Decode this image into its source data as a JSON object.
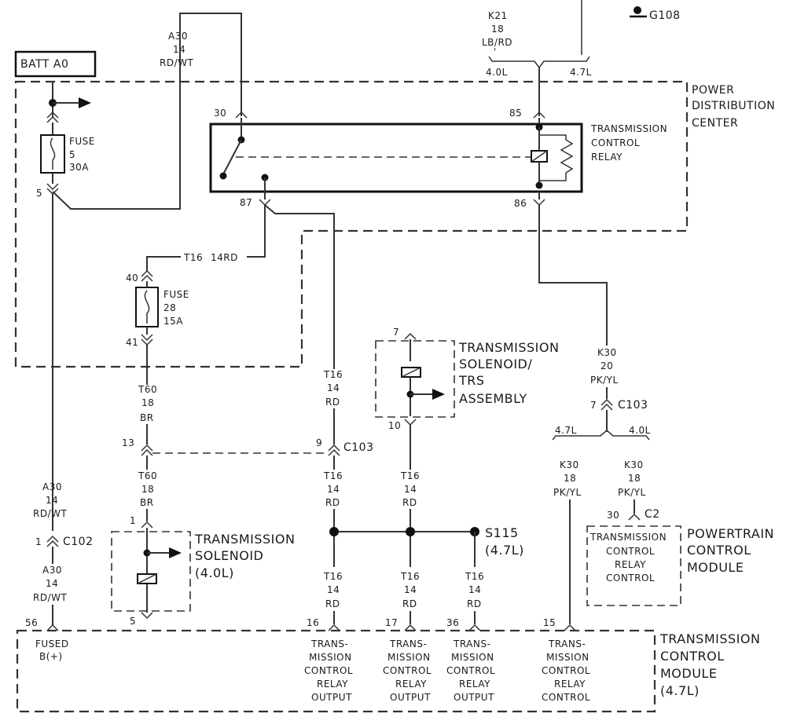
{
  "batt": "BATT A0",
  "ground": "G108",
  "pdc": {
    "l1": "POWER",
    "l2": "DISTRIBUTION",
    "l3": "CENTER"
  },
  "top_k21": {
    "circuit": "K21",
    "gauge": "18",
    "color": "LB/RD",
    "tick": "'"
  },
  "engine_top": {
    "left": "4.0L",
    "right": "4.7L"
  },
  "a30_top": {
    "circuit": "A30",
    "gauge": "14",
    "color": "RD/WT"
  },
  "fuse5": {
    "l1": "FUSE",
    "l2": "5",
    "l3": "30A",
    "pin_out": "5"
  },
  "relay": {
    "l1": "TRANSMISSION",
    "l2": "CONTROL",
    "l3": "RELAY",
    "pin30": "30",
    "pin85": "85",
    "pin87": "87",
    "pin86": "86"
  },
  "t16_top": {
    "circuit": "T16",
    "wire": "14RD"
  },
  "fuse28": {
    "pin_in": "40",
    "l1": "FUSE",
    "l2": "28",
    "l3": "15A",
    "pin_out": "41"
  },
  "t60_a": {
    "circuit": "T60",
    "gauge": "18",
    "color": "BR"
  },
  "t60_b": {
    "circuit": "T60",
    "gauge": "18",
    "color": "BR"
  },
  "t16_a": {
    "circuit": "T16",
    "gauge": "14",
    "color": "RD"
  },
  "t16_b": {
    "circuit": "T16",
    "gauge": "14",
    "color": "RD"
  },
  "t16_c": {
    "circuit": "T16",
    "gauge": "14",
    "color": "RD"
  },
  "t16_d": {
    "circuit": "T16",
    "gauge": "14",
    "color": "RD"
  },
  "t16_e": {
    "circuit": "T16",
    "gauge": "14",
    "color": "RD"
  },
  "t16_f": {
    "circuit": "T16",
    "gauge": "14",
    "color": "RD"
  },
  "c103_row": {
    "pin_left": "13",
    "pin_right": "9",
    "name": "C103"
  },
  "solenoid_trs": {
    "pin_top": "7",
    "pin_bottom": "10",
    "l1": "TRANSMISSION",
    "l2": "SOLENOID/",
    "l3": "TRS",
    "l4": "ASSEMBLY"
  },
  "k30_top": {
    "circuit": "K30",
    "gauge": "20",
    "color": "PK/YL"
  },
  "c103_right": {
    "pin": "7",
    "name": "C103"
  },
  "engine_mid": {
    "left": "4.7L",
    "right": "4.0L"
  },
  "k30_left": {
    "circuit": "K30",
    "gauge": "18",
    "color": "PK/YL"
  },
  "k30_right": {
    "circuit": "K30",
    "gauge": "18",
    "color": "PK/YL"
  },
  "c2": {
    "pin": "30",
    "name": "C2"
  },
  "pcm_inner": {
    "l1": "TRANSMISSION",
    "l2": "CONTROL",
    "l3": "RELAY",
    "l4": "CONTROL"
  },
  "pcm": {
    "l1": "POWERTRAIN",
    "l2": "CONTROL",
    "l3": "MODULE"
  },
  "solenoid_40": {
    "pin_top": "1",
    "pin_bottom": "5",
    "l1": "TRANSMISSION",
    "l2": "SOLENOID",
    "l3": "(4.0L)"
  },
  "a30_mid": {
    "circuit": "A30",
    "gauge": "14",
    "color": "RD/WT"
  },
  "c102": {
    "pin": "1",
    "name": "C102"
  },
  "a30_low": {
    "circuit": "A30",
    "gauge": "14",
    "color": "RD/WT"
  },
  "s115": {
    "name": "S115",
    "engine": "(4.7L)"
  },
  "tcm": {
    "pin_fused": "56",
    "fused_l1": "FUSED",
    "fused_l2": "B(+)",
    "pin16": "16",
    "pin17": "17",
    "pin36": "36",
    "pin15": "15",
    "out16": {
      "l1": "TRANS-",
      "l2": "MISSION",
      "l3": "CONTROL",
      "l4": "RELAY",
      "l5": "OUTPUT"
    },
    "out17": {
      "l1": "TRANS-",
      "l2": "MISSION",
      "l3": "CONTROL",
      "l4": "RELAY",
      "l5": "OUTPUT"
    },
    "out36": {
      "l1": "TRANS-",
      "l2": "MISSION",
      "l3": "CONTROL",
      "l4": "RELAY",
      "l5": "OUTPUT"
    },
    "ctl15": {
      "l1": "TRANS-",
      "l2": "MISSION",
      "l3": "CONTROL",
      "l4": "RELAY",
      "l5": "CONTROL"
    },
    "name": {
      "l1": "TRANSMISSION",
      "l2": "CONTROL",
      "l3": "MODULE",
      "l4": "(4.7L)"
    }
  }
}
